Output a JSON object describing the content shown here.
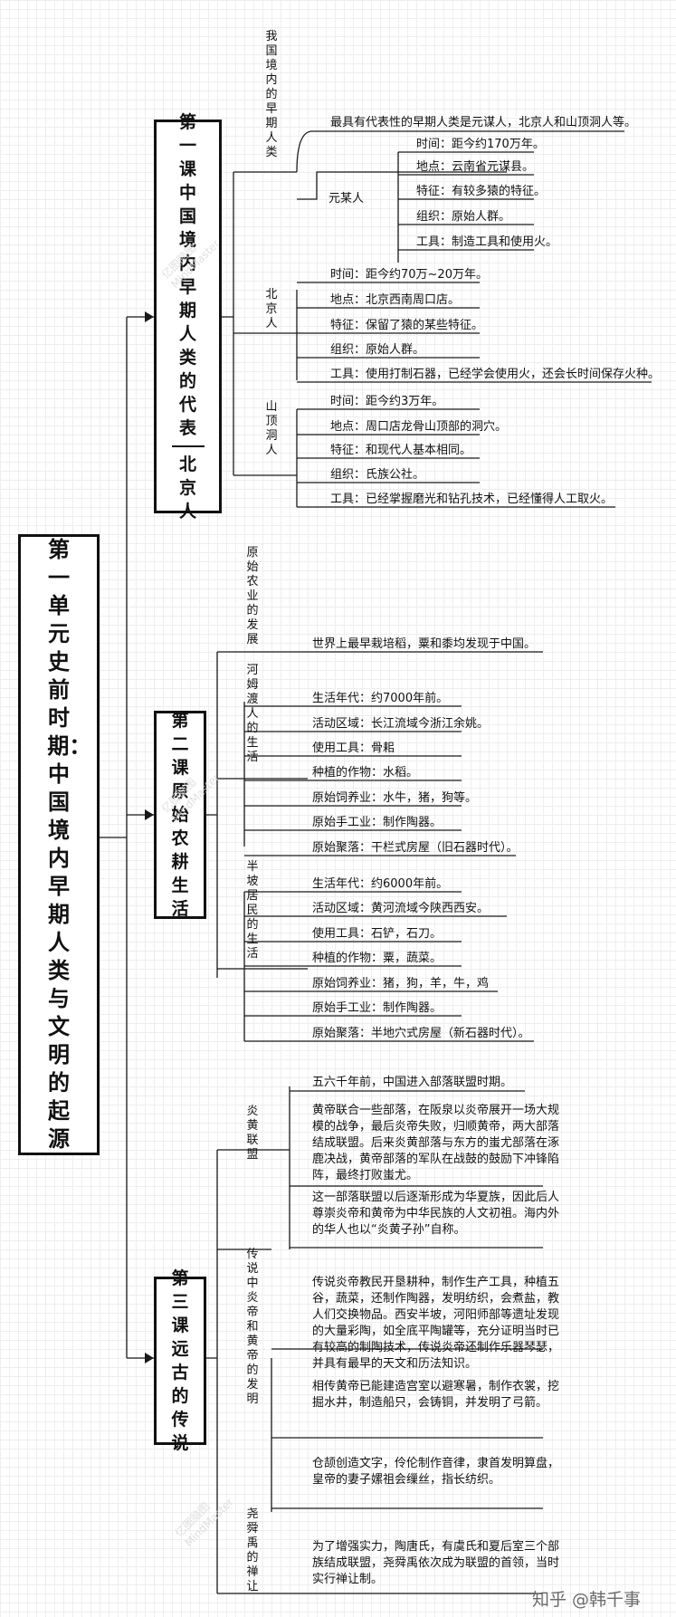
{
  "root_title": "第一单元史前时期：中国境内早期人类与文明的起源",
  "lessons": [
    {
      "title_a": "第一课中国境内早期人类的代表",
      "title_b": "北京人"
    },
    {
      "title_a": "第二课原始农耕生活"
    },
    {
      "title_a": "第三课远古的传说"
    }
  ],
  "l1": {
    "g1_label": "我国境内的早期人类",
    "g1_leaf": "最具有代表性的早期人类是元谋人，北京人和山顶洞人等。",
    "yuanmou_label": "元某人",
    "yuanmou": [
      "时间：距今约170万年。",
      "地点：云南省元谋县。",
      "特征：有较多猿的特征。",
      "组织：原始人群。",
      "工具：制造工具和使用火。"
    ],
    "beijing_label": "北京人",
    "beijing": [
      "时间：距今约70万~20万年。",
      "地点：北京西南周口店。",
      "特征：保留了猿的某些特征。",
      "组织：原始人群。",
      "工具：使用打制石器，已经学会使用火，还会长时间保存火种。"
    ],
    "shanding_label": "山顶洞人",
    "shanding": [
      "时间：距今约3万年。",
      "地点：周口店龙骨山顶部的洞穴。",
      "特征：和现代人基本相同。",
      "组织：氏族公社。",
      "工具：已经掌握磨光和钻孔技术，已经懂得人工取火。"
    ]
  },
  "l2": {
    "g1_label": "原始农业的发展",
    "g1_leaf": "世界上最早栽培稻，粟和黍均发现于中国。",
    "hemudu_label": "河姆渡人的生活",
    "hemudu": [
      "生活年代：约7000年前。",
      "活动区域：长江流域今浙江余姚。",
      "使用工具：骨耜",
      "种植的作物：水稻。",
      "原始饲养业：水牛，猪，狗等。",
      "原始手工业：制作陶器。",
      "原始聚落：干栏式房屋（旧石器时代）。"
    ],
    "banpo_label": "半坡居民的生活",
    "banpo": [
      "生活年代：约6000年前。",
      "活动区域：黄河流域今陕西西安。",
      "使用工具：石铲，石刀。",
      "种植的作物：粟，蔬菜。",
      "原始饲养业：猪，狗，羊，牛，鸡",
      "原始手工业：制作陶器。",
      "原始聚落：半地穴式房屋（新石器时代）。"
    ]
  },
  "l3": {
    "yanhuang_label": "炎黄联盟",
    "yanhuang": [
      "五六千年前，中国进入部落联盟时期。",
      "黄帝联合一些部落，在阪泉以炎帝展开一场大规模的战争，最后炎帝失败，归顺黄帝，两大部落结成联盟。后来炎黄部落与东方的蚩尤部落在涿鹿决战，黄帝部落的军队在战鼓的鼓励下冲锋陷阵，最终打败蚩尤。",
      "这一部落联盟以后逐渐形成为华夏族，因此后人尊崇炎帝和黄帝为中华民族的人文初祖。海内外的华人也以“炎黄子孙”自称。"
    ],
    "invent_label": "传说中炎帝和黄帝的发明",
    "invent": [
      "传说炎帝教民开垦耕种，制作生产工具，种植五谷，蔬菜，还制作陶器，发明纺织，会煮盐，教人们交换物品。西安半坡，河阳师部等遗址发现的大量彩陶，如全底平陶罐等，充分证明当时已有较高的制陶技术，传说炎帝还制作乐器琴瑟，并具有最早的天文和历法知识。",
      "相传黄帝已能建造宫室以避寒暑，制作衣裳，挖掘水井，制造船只，会铸铜，并发明了弓箭。",
      "仓颉创造文字，伶伦制作音律，隶首发明算盘，皇帝的妻子嫘祖会缫丝，指长纺织。"
    ],
    "shan_label": "尧舜禹的禅让",
    "shan": [
      "为了增强实力，陶唐氏，有虞氏和夏后室三个部族结成联盟，尧舜禹依次成为联盟的首领，当时实行禅让制。"
    ]
  },
  "watermark": {
    "line1": "亿图脑图",
    "line2": "MindMaster"
  },
  "footer_text": "知乎 @韩千事"
}
